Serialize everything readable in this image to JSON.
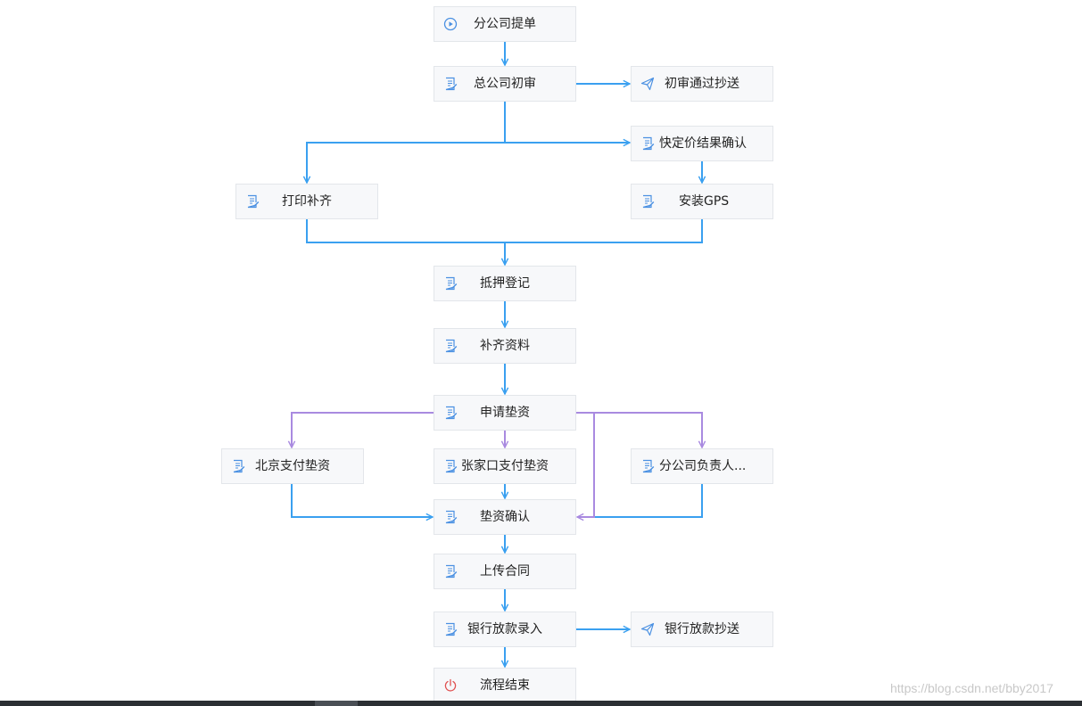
{
  "colors": {
    "flow": "#3aa0f0",
    "branch": "#a98ae0",
    "node_bg": "#f7f8fa",
    "icon_blue": "#4a90e2",
    "end_red": "#e05050"
  },
  "nodes": {
    "start": {
      "label": "分公司提单",
      "icon": "play-circle-icon"
    },
    "initial_review": {
      "label": "总公司初审",
      "icon": "form-icon"
    },
    "cc_initial": {
      "label": "初审通过抄送",
      "icon": "send-icon"
    },
    "quick_price": {
      "label": "快定价结果确认",
      "icon": "form-icon"
    },
    "print": {
      "label": "打印补齐",
      "icon": "form-icon"
    },
    "gps": {
      "label": "安装GPS",
      "icon": "form-icon"
    },
    "mortgage": {
      "label": "抵押登记",
      "icon": "form-icon"
    },
    "supplement": {
      "label": "补齐资料",
      "icon": "form-icon"
    },
    "apply_advance": {
      "label": "申请垫资",
      "icon": "form-icon"
    },
    "beijing_pay": {
      "label": "北京支付垫资",
      "icon": "form-icon"
    },
    "zjk_pay": {
      "label": "张家口支付垫资",
      "icon": "form-icon"
    },
    "branch_head": {
      "label": "分公司负责人...",
      "icon": "form-icon"
    },
    "advance_confirm": {
      "label": "垫资确认",
      "icon": "form-icon"
    },
    "upload_contract": {
      "label": "上传合同",
      "icon": "form-icon"
    },
    "loan_entry": {
      "label": "银行放款录入",
      "icon": "form-icon"
    },
    "cc_loan": {
      "label": "银行放款抄送",
      "icon": "send-icon"
    },
    "end": {
      "label": "流程结束",
      "icon": "power-icon"
    }
  },
  "watermark": "https://blog.csdn.net/bby2017"
}
